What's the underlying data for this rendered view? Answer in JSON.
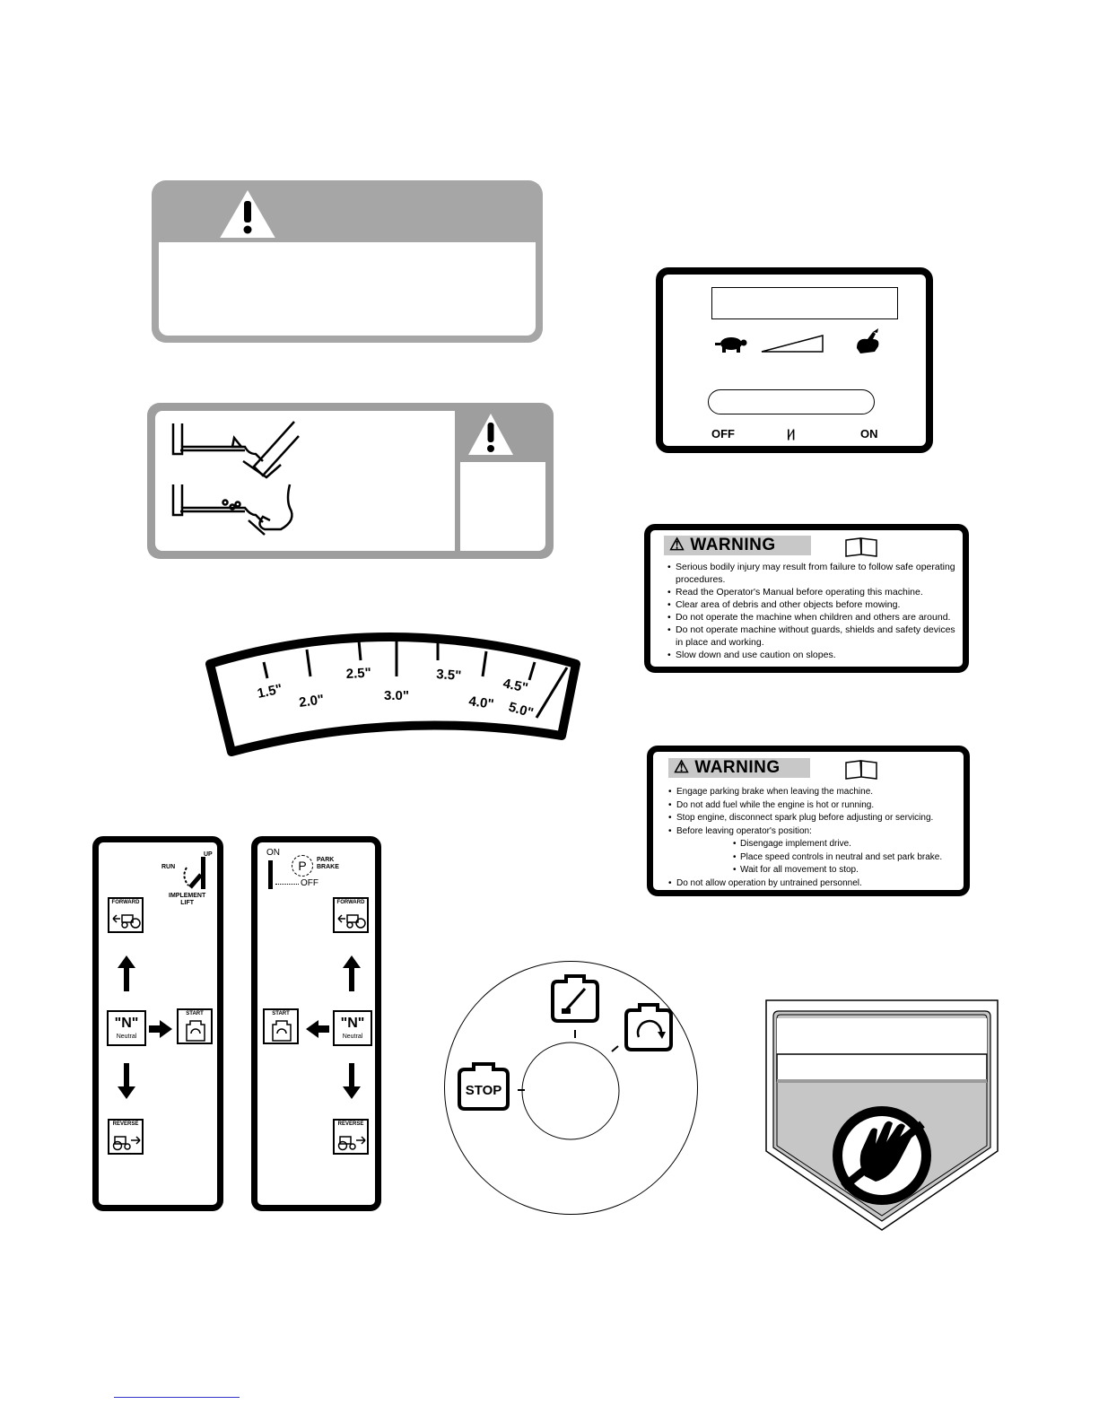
{
  "gauge": {
    "ticks": [
      "1.5\"",
      "2.0\"",
      "2.5\"",
      "3.0\"",
      "3.5\"",
      "4.0\"",
      "4.5\"",
      "5.0\""
    ]
  },
  "throttle": {
    "off_label": "OFF",
    "choke_label": "|∕|",
    "on_label": "ON"
  },
  "warning1": {
    "title": "WARNING",
    "items": [
      "Serious bodily injury may result from failure to follow safe operating procedures.",
      "Read the Operator's Manual before operating this machine.",
      "Clear area of debris and other objects before mowing.",
      "Do not operate the machine when children and others are around.",
      "Do not operate machine without guards, shields and safety devices in place and working.",
      "Slow down and use caution on slopes."
    ]
  },
  "warning2": {
    "title": "WARNING",
    "items": [
      "Engage parking brake when leaving the machine.",
      "Do not add fuel while the engine is hot or running.",
      "Stop engine, disconnect spark plug before adjusting or servicing.",
      "Before leaving operator's position:"
    ],
    "sub_items": [
      "Disengage implement drive.",
      "Place speed controls in neutral and set park brake.",
      "Wait for all movement to stop."
    ],
    "last_item": "Do not allow operation by untrained personnel."
  },
  "left_strip": {
    "run_label": "RUN",
    "up_label": "UP",
    "implement_label": "IMPLEMENT",
    "lift_label": "LIFT",
    "forward_label": "FORWARD",
    "neutral_n": "\"N\"",
    "neutral_word": "Neutral",
    "start_label": "START",
    "reverse_label": "REVERSE"
  },
  "right_strip": {
    "on_label": "ON",
    "p_label": "P",
    "park_label": "PARK",
    "brake_label": "BRAKE",
    "off_label": "OFF",
    "forward_label": "FORWARD",
    "neutral_n": "\"N\"",
    "neutral_word": "Neutral",
    "start_label": "START",
    "reverse_label": "REVERSE"
  },
  "ignition": {
    "stop_label": "STOP"
  }
}
